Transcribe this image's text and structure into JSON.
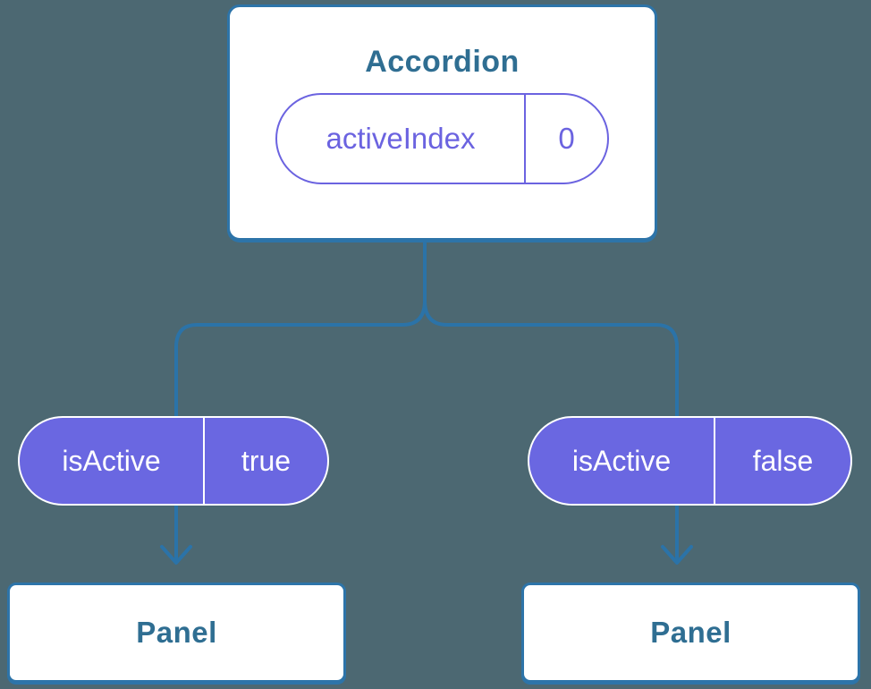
{
  "colors": {
    "canvas_bg": "#4c6872",
    "line": "#2b73a8",
    "card_border": "#2d74a9",
    "card_bg": "#ffffff",
    "heading_text": "#2f6e92",
    "purple": "#6b63e0",
    "purple_fill": "#6a67e1",
    "pill_text": "#ffffff"
  },
  "diagram": {
    "root": {
      "title": "Accordion",
      "prop": {
        "name": "activeIndex",
        "value": "0"
      }
    },
    "children": [
      {
        "prop": {
          "name": "isActive",
          "value": "true"
        },
        "label": "Panel"
      },
      {
        "prop": {
          "name": "isActive",
          "value": "false"
        },
        "label": "Panel"
      }
    ]
  }
}
